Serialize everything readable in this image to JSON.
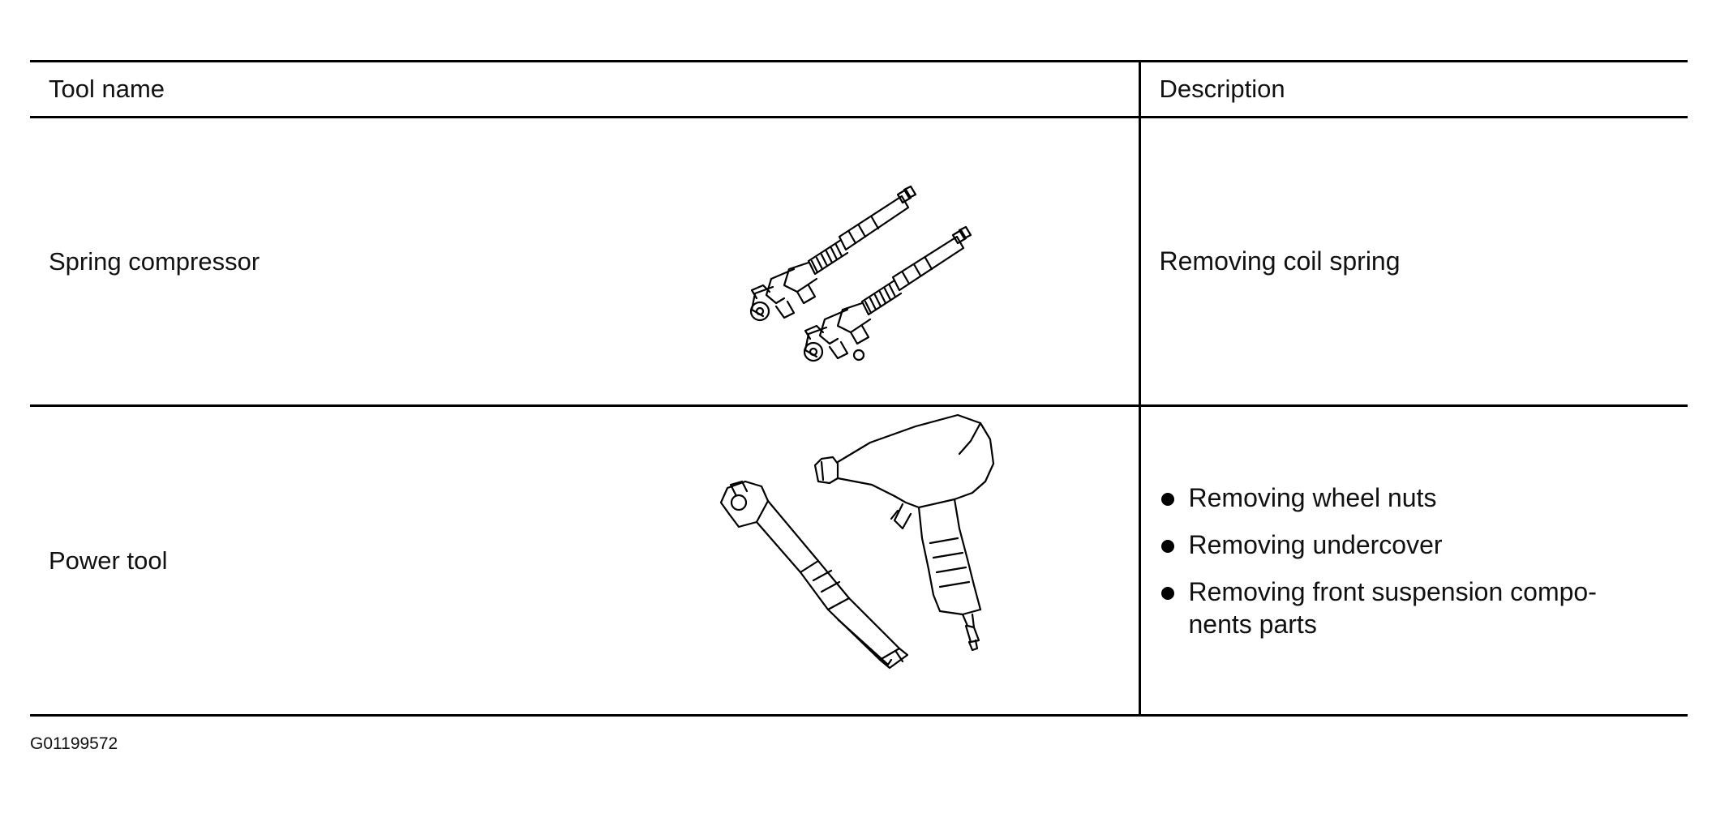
{
  "table": {
    "headers": {
      "tool_name": "Tool name",
      "description": "Description"
    },
    "rows": [
      {
        "tool_name": "Spring compressor",
        "illustration_icon": "spring-compressor-illustration",
        "description": "Removing coil spring"
      },
      {
        "tool_name": "Power tool",
        "illustration_icon": "power-tools-illustration",
        "description_items": [
          "Removing wheel nuts",
          "Removing undercover",
          "Removing front suspension compo-nents parts"
        ]
      }
    ]
  },
  "figure_code": "G01199572"
}
